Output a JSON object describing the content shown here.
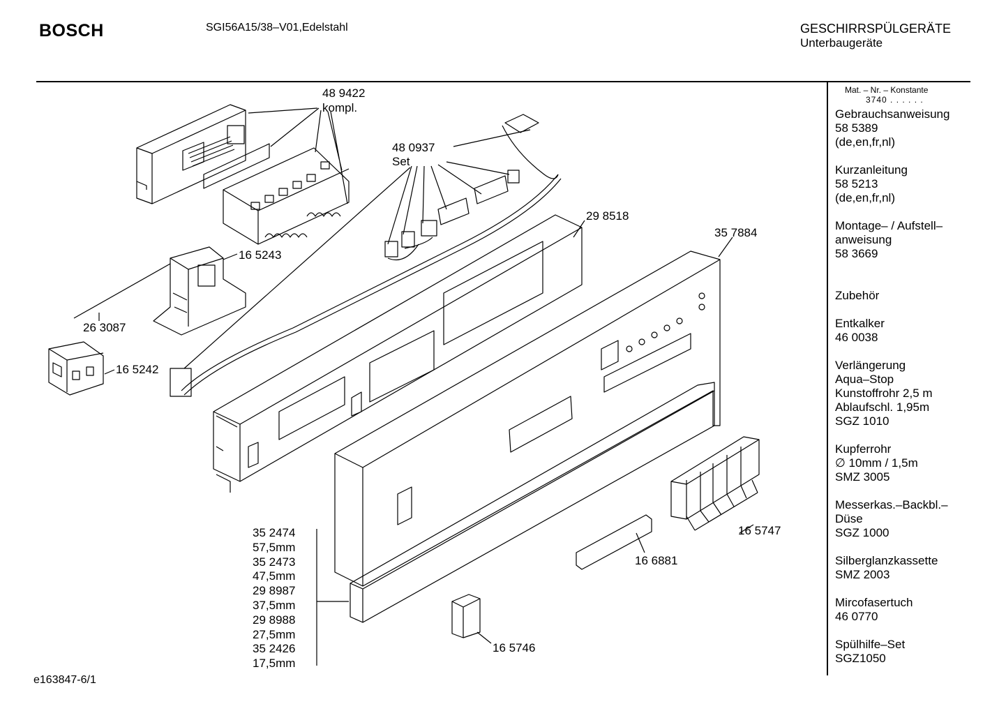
{
  "header": {
    "brand": "BOSCH",
    "model": "SGI56A15/38–V01,Edelstahl",
    "category_line1": "GESCHIRRSPÜLGERÄTE",
    "category_line2": "Unterbaugeräte"
  },
  "sidebar": {
    "mat_heading": "Mat. – Nr. – Konstante",
    "mat_number": "3740 . . . . . .",
    "blocks": [
      [
        "Gebrauchsanweisung",
        "58 5389",
        "(de,en,fr,nl)"
      ],
      [
        "Kurzanleitung",
        "58 5213",
        "(de,en,fr,nl)"
      ],
      [
        "Montage– / Aufstell–",
        "anweisung",
        "58 3669"
      ],
      [
        "Zubehör"
      ],
      [
        "Entkalker",
        "46 0038"
      ],
      [
        "Verlängerung",
        "Aqua–Stop",
        "Kunstoffrohr 2,5 m",
        "Ablaufschl. 1,95m",
        "SGZ 1010"
      ],
      [
        "Kupferrohr",
        "∅ 10mm / 1,5m",
        "SMZ 3005"
      ],
      [
        "Messerkas.–Backbl.–",
        "Düse",
        "SGZ 1000"
      ],
      [
        "Silberglanzkassette",
        "SMZ 2003"
      ],
      [
        "Mircofasertuch",
        "46 0770"
      ],
      [
        "Spülhilfe–Set",
        "SGZ1050"
      ]
    ]
  },
  "part_labels": {
    "p489422": "48 9422",
    "p489422_sub": "kompl.",
    "p480937": "48 0937",
    "p480937_sub": "Set",
    "p298518": "29 8518",
    "p357884": "35 7884",
    "p165243": "16 5243",
    "p263087": "26 3087",
    "p165242": "16 5242",
    "p165747": "16 5747",
    "p166881": "16 6881",
    "p165746": "16 5746"
  },
  "dimension_list": [
    "35 2474",
    "57,5mm",
    "35 2473",
    "47,5mm",
    "29 8987",
    "37,5mm",
    "29 8988",
    "27,5mm",
    "35 2426",
    "17,5mm"
  ],
  "footer": {
    "drawing_id": "e163847-6/1"
  }
}
